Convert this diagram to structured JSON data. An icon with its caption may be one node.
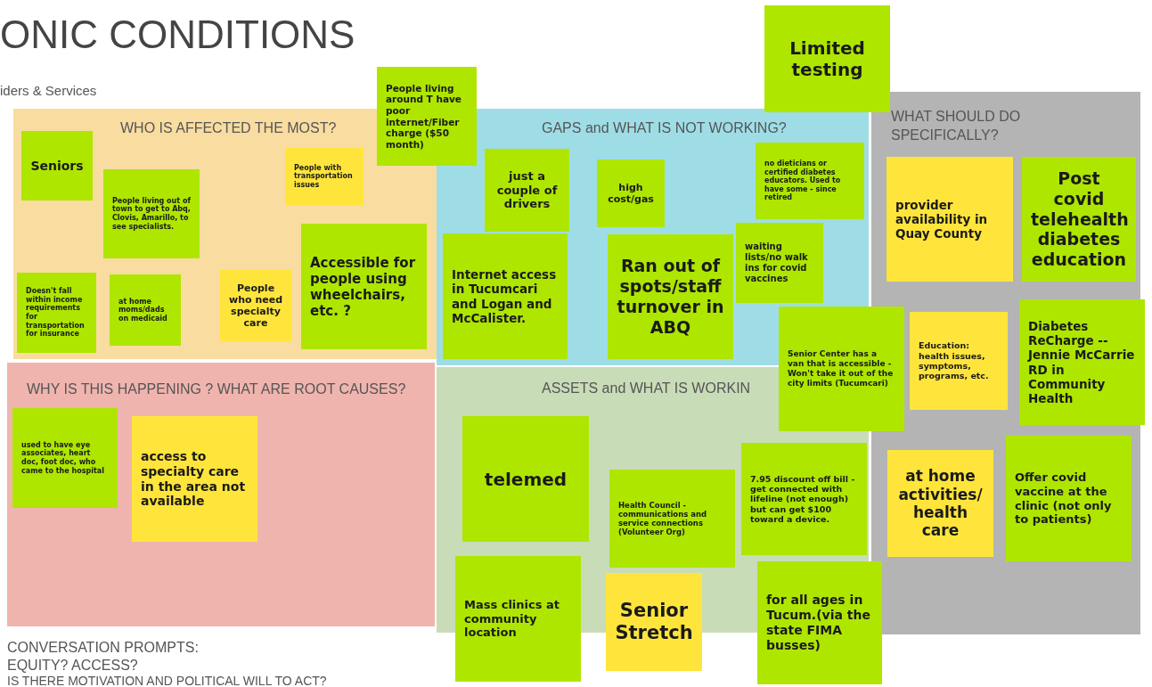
{
  "diagram": {
    "title": "ONIC CONDITIONS",
    "nodes": [
      {
        "text": [
          "WHO IS AFFECTED THE MOST?"
        ]
      },
      {
        "text": [
          "GAPS and WHAT IS NOT WORKING?"
        ]
      },
      {
        "text": [
          "WHAT SHOULD DO SPECIFICALLY?"
        ]
      },
      {
        "text": [
          "WHY IS THIS HAPPENING ? WHAT ARE ROOT CAUSES?"
        ]
      },
      {
        "text": [
          "ASSETS and WHAT IS WORKIN"
        ]
      },
      {
        "text": [
          "Seniors"
        ],
        "in": 0
      },
      {
        "text": [
          "People living out of town to get to Abq, Clovis, Amarillo, to see specialists."
        ],
        "in": 0
      },
      {
        "text": [
          "People with transportation issues"
        ],
        "in": 0
      },
      {
        "text": [
          "Accessible for people using wheelchairs, etc. ?"
        ],
        "in": 0
      },
      {
        "text": [
          "Doesn't fall within income requirements for transportation for insurance"
        ],
        "in": 0
      },
      {
        "text": [
          "at home moms/dads on medicaid"
        ],
        "in": 0
      },
      {
        "text": [
          "People who need specialty care"
        ],
        "in": 0
      },
      {
        "text": [
          "People living around T have poor internet/Fiber charge ($50 month)"
        ]
      },
      {
        "text": [
          "Limited testing"
        ]
      },
      {
        "text": [
          "just a couple of drivers"
        ],
        "in": 1
      },
      {
        "text": [
          "high cost/gas"
        ],
        "in": 1
      },
      {
        "text": [
          "no dieticians or certified diabetes educators. Used to have some - since retired"
        ],
        "in": 1
      },
      {
        "text": [
          "Internet access in Tucumcari and Logan and McCalister."
        ],
        "in": 1
      },
      {
        "text": [
          "Ran out of spots/staff turnover in ABQ"
        ],
        "in": 1
      },
      {
        "text": [
          "waiting lists/no walk ins for covid vaccines"
        ],
        "in": 1
      },
      {
        "text": [
          "Senior Center has a van that is accessible - Won't take it out of the city limits (Tucumcari)"
        ]
      },
      {
        "text": [
          "provider availability in Quay County"
        ],
        "in": 2
      },
      {
        "text": [
          "Post covid telehealth diabetes education"
        ],
        "in": 2
      },
      {
        "text": [
          "Education: health issues, symptoms, programs, etc."
        ],
        "in": 2
      },
      {
        "text": [
          "Diabetes ReCharge -- Jennie McCarrie RD in Community Health"
        ],
        "in": 2
      },
      {
        "text": [
          "at home activities/ health care"
        ],
        "in": 2
      },
      {
        "text": [
          "Offer covid vaccine at the clinic (not only to patients)"
        ],
        "in": 2
      },
      {
        "text": [
          "used to have eye associates, heart doc, foot doc, who came to the hospital"
        ],
        "in": 3
      },
      {
        "text": [
          "access to specialty care in the area not available"
        ],
        "in": 3
      },
      {
        "text": [
          "telemed"
        ],
        "in": 4
      },
      {
        "text": [
          "Health Council - communications and service connections (Volunteer Org)"
        ],
        "in": 4
      },
      {
        "text": [
          "7.95 discount off bill - get connected with lifeline (not enough) but can get $100 toward a device."
        ],
        "in": 4
      },
      {
        "text": [
          "Mass clinics at community location"
        ]
      },
      {
        "text": [
          "Senior Stretch"
        ]
      },
      {
        "text": [
          "for all ages in Tucum.(via the state FIMA busses)"
        ]
      }
    ],
    "labels": [
      "iders & Services",
      "CONVERSATION PROMPTS:",
      "EQUITY? ACCESS?",
      "IS THERE MOTIVATION AND POLITICAL WILL TO ACT?"
    ]
  }
}
